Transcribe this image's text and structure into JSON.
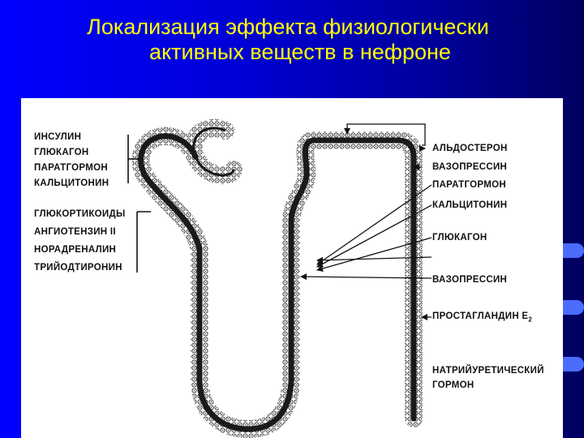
{
  "title": {
    "line1": "Локализация эффекта физиологически",
    "line2": "активных веществ в нефроне"
  },
  "left_labels": {
    "group1": [
      "ИНСУЛИН",
      "ГЛЮКАГОН",
      "ПАРАТГОРМОН",
      "КАЛЬЦИТОНИН"
    ],
    "group2": [
      "ГЛЮКОРТИКОИДЫ",
      "АНГИОТЕНЗИН II",
      "НОРАДРЕНАЛИН",
      "ТРИЙОДТИРОНИН"
    ]
  },
  "right_labels": {
    "aldosteron": "АЛЬДОСТЕРОН",
    "vazopressin1": "ВАЗОПРЕССИН",
    "paratgormon": "ПАРАТГОРМОН",
    "kalcitonin": "КАЛЬЦИТОНИН",
    "glukagon": "ГЛЮКАГОН",
    "vazopressin2": "ВАЗОПРЕССИН",
    "prostaglandin": "ПРОСТАГЛАНДИН Е",
    "prostaglandin_sub": "2",
    "natriuretic_line1": "НАТРИЙУРЕТИЧЕСКИЙ",
    "natriuretic_line2": "ГОРМОН"
  },
  "colors": {
    "title": "#ffff00",
    "background_start": "#0000ff",
    "background_end": "#000060",
    "accent_bullet": "#4a6cff"
  }
}
